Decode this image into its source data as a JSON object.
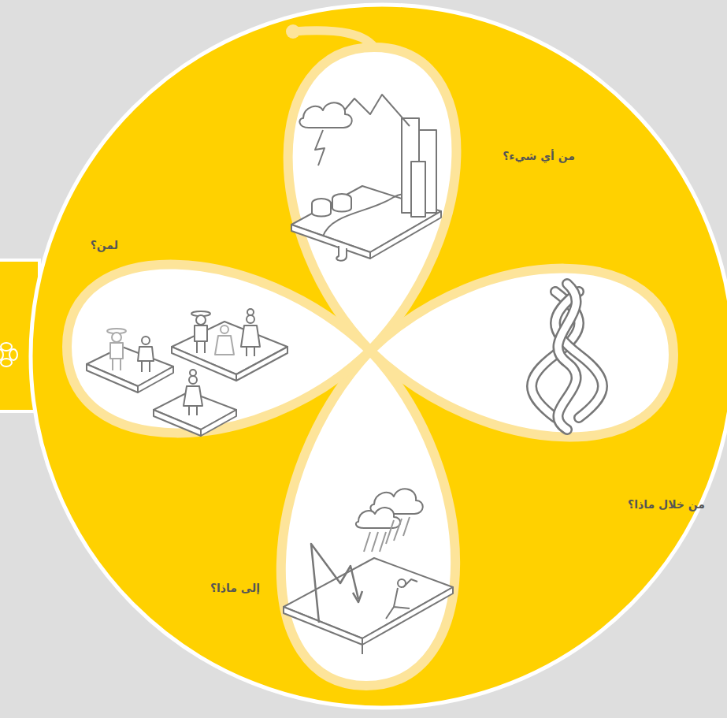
{
  "diagram": {
    "labels": [
      "من أي شيء؟",
      "لمن؟",
      "من خلال ماذا؟",
      "إلى ماذا؟"
    ]
  }
}
